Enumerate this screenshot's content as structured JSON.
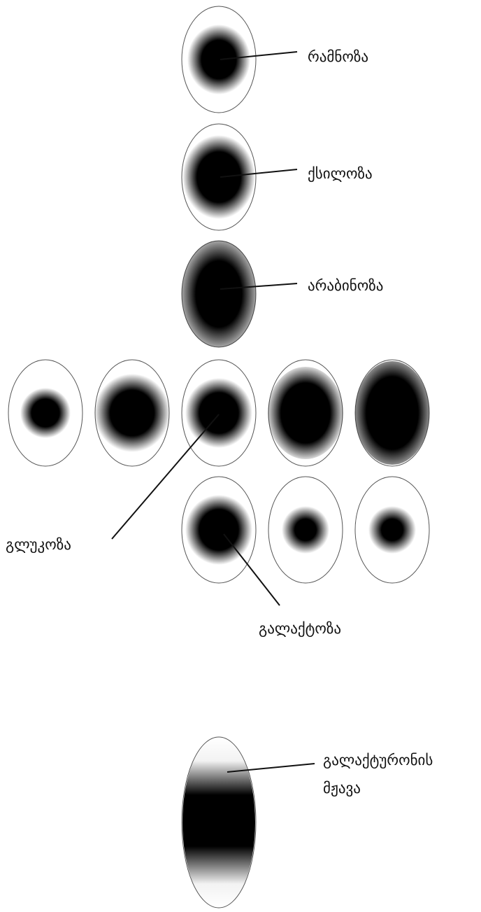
{
  "labels": {
    "ramnose": "რამნოზა",
    "xylose": "ქსილოზა",
    "arabinose": "არაბინოზა",
    "glucose": "გლუკოზა",
    "galactose": "გალაქტოზა",
    "galacturonic_line1": "გალაქტურონის",
    "galacturonic_line2": "მჟავა"
  },
  "colors": {
    "spot": "#000000",
    "outline": "#555555",
    "leader": "#111111",
    "background": "#ffffff"
  }
}
